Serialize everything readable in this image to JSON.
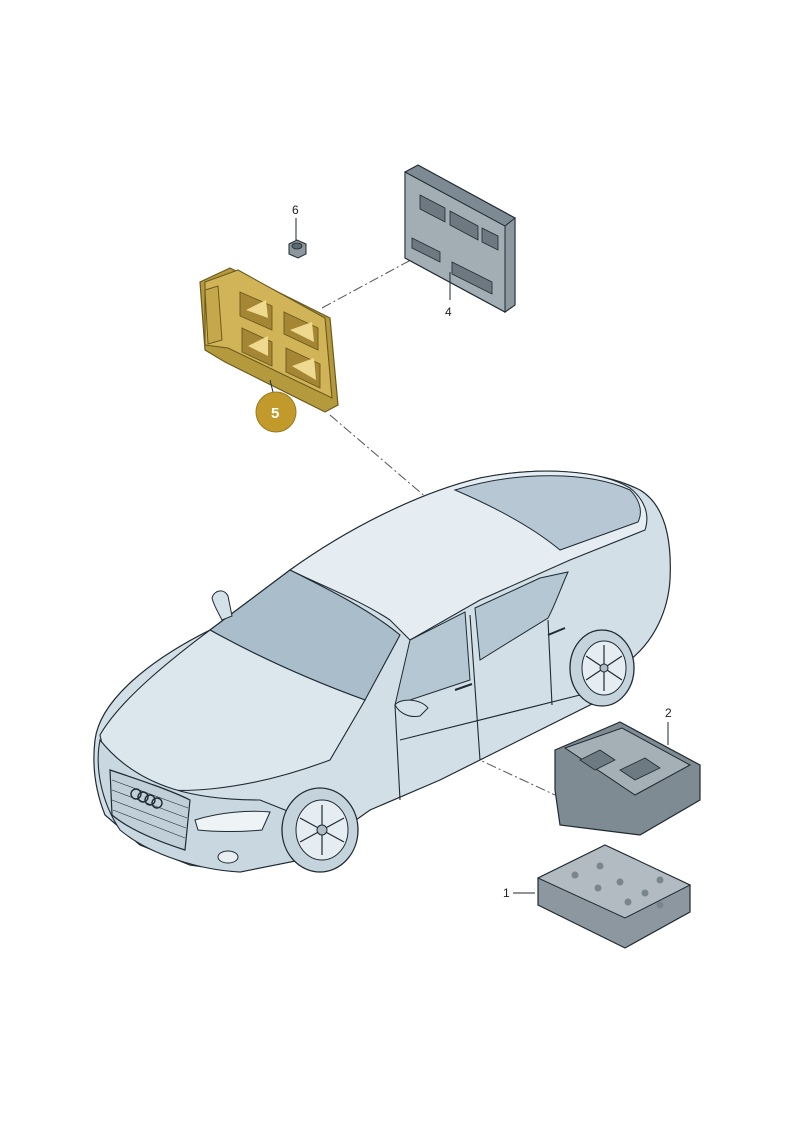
{
  "callouts": {
    "part1": "1",
    "part2": "2",
    "part4": "4",
    "part5": "5",
    "part6": "6"
  },
  "colors": {
    "highlight": "#c9a94a",
    "badge": "#c29a2c",
    "car_body": "#d6e2ea",
    "part_gray": "#8f9aa2",
    "line": "#1f2a33"
  }
}
